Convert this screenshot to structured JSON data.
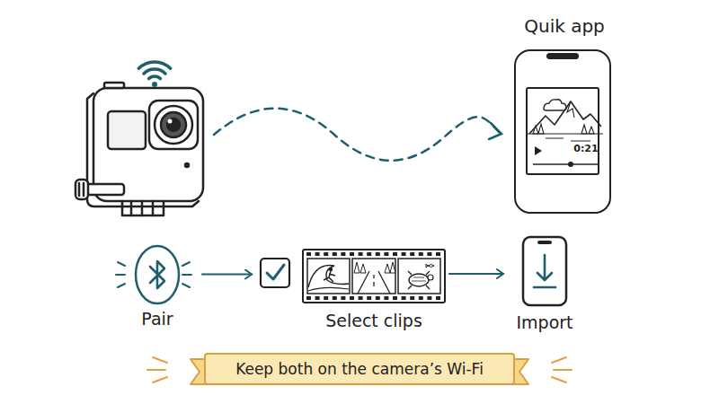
{
  "diagram": {
    "nodes": [
      {
        "text": [
          "Quik app"
        ]
      },
      {
        "text": [
          "0:21"
        ],
        "in": 0
      },
      {
        "text": [
          "Pair"
        ]
      },
      {
        "text": [
          "Select clips"
        ]
      },
      {
        "text": [
          "Import"
        ]
      },
      {
        "text": [
          "Keep both on the camera’s Wi-Fi"
        ]
      }
    ],
    "edges": [
      {
        "from": 2,
        "to": 3,
        "arrow": "to"
      },
      {
        "from": 3,
        "to": 4,
        "arrow": "to"
      }
    ]
  }
}
